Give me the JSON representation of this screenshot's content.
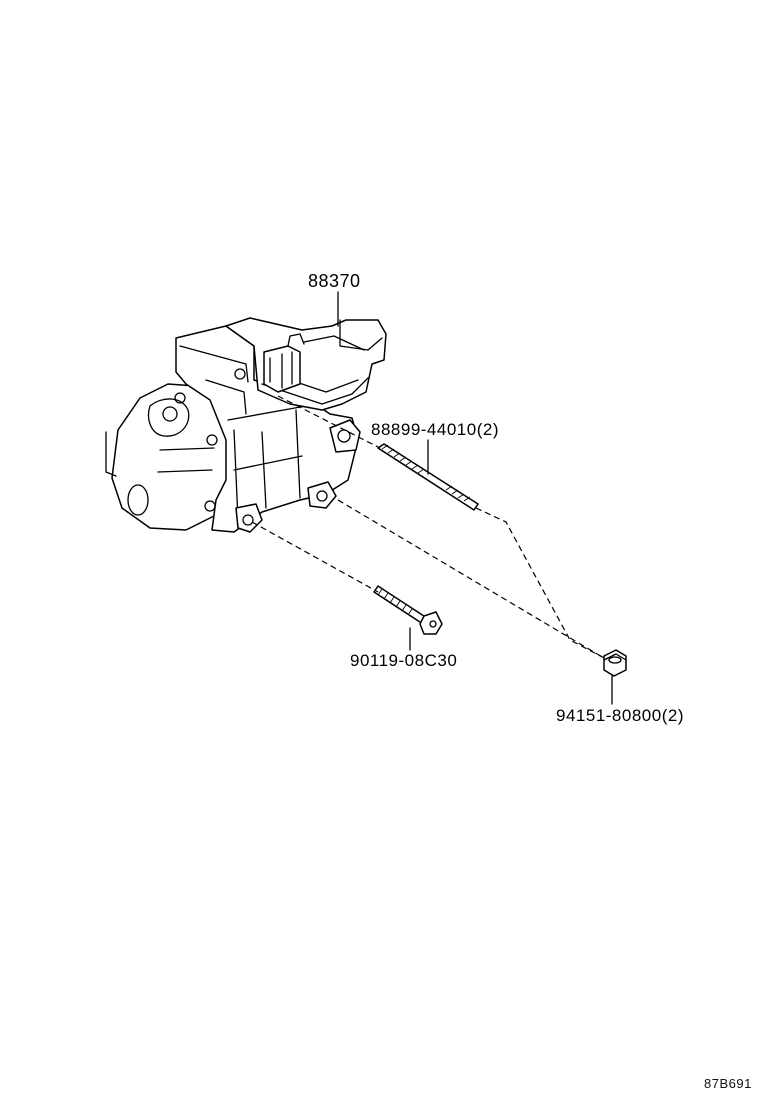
{
  "parts": {
    "compressor": {
      "part_no": "88370",
      "quantity": ""
    },
    "long_stud": {
      "part_no": "88899-44010",
      "quantity": "(2)"
    },
    "bolt": {
      "part_no": "90119-08C30",
      "quantity": ""
    },
    "nut": {
      "part_no": "94151-80800",
      "quantity": "(2)"
    }
  },
  "illustration_ref": "87B691",
  "icons": [
    "compressor-icon",
    "stud-icon",
    "bolt-icon",
    "nut-icon"
  ]
}
